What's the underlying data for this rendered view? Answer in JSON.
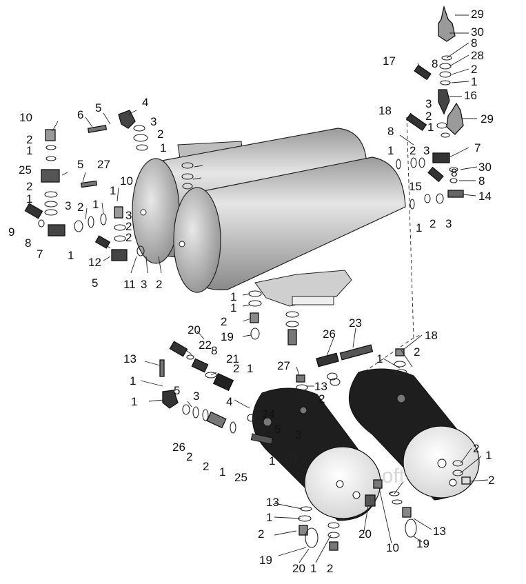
{
  "watermark": "AutoSoft",
  "colors": {
    "ink": "#111111",
    "tank_light": "#d6d6d6",
    "tank_dark": "#1e1e1e"
  },
  "labels": [
    {
      "n": "29"
    },
    {
      "n": "30"
    },
    {
      "n": "8"
    },
    {
      "n": "28"
    },
    {
      "n": "8"
    },
    {
      "n": "2"
    },
    {
      "n": "1"
    },
    {
      "n": "17"
    },
    {
      "n": "16"
    },
    {
      "n": "3"
    },
    {
      "n": "2"
    },
    {
      "n": "1"
    },
    {
      "n": "18"
    },
    {
      "n": "29"
    },
    {
      "n": "8"
    },
    {
      "n": "2"
    },
    {
      "n": "3"
    },
    {
      "n": "7"
    },
    {
      "n": "1"
    },
    {
      "n": "8"
    },
    {
      "n": "30"
    },
    {
      "n": "8"
    },
    {
      "n": "15"
    },
    {
      "n": "14"
    },
    {
      "n": "1"
    },
    {
      "n": "2"
    },
    {
      "n": "3"
    },
    {
      "n": "10"
    },
    {
      "n": "6"
    },
    {
      "n": "5"
    },
    {
      "n": "4"
    },
    {
      "n": "3"
    },
    {
      "n": "2"
    },
    {
      "n": "1"
    },
    {
      "n": "2"
    },
    {
      "n": "1"
    },
    {
      "n": "25"
    },
    {
      "n": "5"
    },
    {
      "n": "27"
    },
    {
      "n": "2"
    },
    {
      "n": "1"
    },
    {
      "n": "3"
    },
    {
      "n": "2"
    },
    {
      "n": "1"
    },
    {
      "n": "10"
    },
    {
      "n": "1"
    },
    {
      "n": "9"
    },
    {
      "n": "8"
    },
    {
      "n": "7"
    },
    {
      "n": "3"
    },
    {
      "n": "2"
    },
    {
      "n": "2"
    },
    {
      "n": "1"
    },
    {
      "n": "12"
    },
    {
      "n": "5"
    },
    {
      "n": "11"
    },
    {
      "n": "3"
    },
    {
      "n": "2"
    },
    {
      "n": "1"
    },
    {
      "n": "1"
    },
    {
      "n": "2"
    },
    {
      "n": "19"
    },
    {
      "n": "20"
    },
    {
      "n": "22"
    },
    {
      "n": "8"
    },
    {
      "n": "21"
    },
    {
      "n": "2"
    },
    {
      "n": "1"
    },
    {
      "n": "26"
    },
    {
      "n": "23"
    },
    {
      "n": "18"
    },
    {
      "n": "13"
    },
    {
      "n": "27"
    },
    {
      "n": "13"
    },
    {
      "n": "2"
    },
    {
      "n": "1"
    },
    {
      "n": "2"
    },
    {
      "n": "1"
    },
    {
      "n": "5"
    },
    {
      "n": "3"
    },
    {
      "n": "1"
    },
    {
      "n": "4"
    },
    {
      "n": "24"
    },
    {
      "n": "5"
    },
    {
      "n": "3"
    },
    {
      "n": "1"
    },
    {
      "n": "2"
    },
    {
      "n": "26"
    },
    {
      "n": "2"
    },
    {
      "n": "1"
    },
    {
      "n": "25"
    },
    {
      "n": "2"
    },
    {
      "n": "1"
    },
    {
      "n": "2"
    },
    {
      "n": "13"
    },
    {
      "n": "1"
    },
    {
      "n": "2"
    },
    {
      "n": "19"
    },
    {
      "n": "20"
    },
    {
      "n": "10"
    },
    {
      "n": "13"
    },
    {
      "n": "19"
    },
    {
      "n": "20"
    },
    {
      "n": "1"
    },
    {
      "n": "2"
    },
    {
      "n": "13"
    }
  ]
}
